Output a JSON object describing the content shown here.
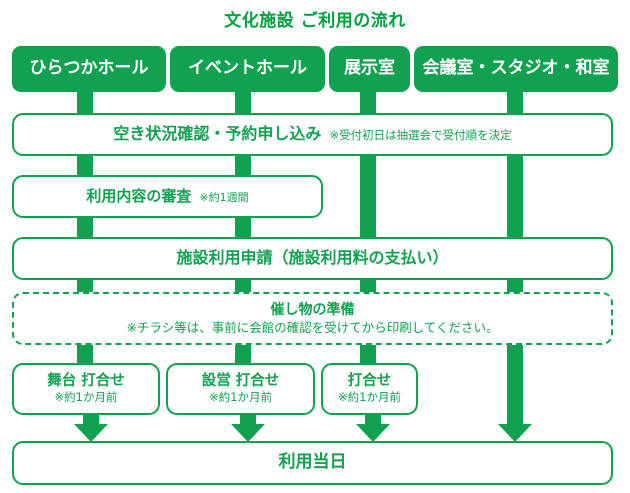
{
  "title": "文化施設 ご利用の流れ",
  "colors": {
    "brand_green": "#12a150",
    "title_green": "#00a040",
    "white": "#ffffff"
  },
  "facility_columns": [
    {
      "label": "ひらつかホール"
    },
    {
      "label": "イベントホール"
    },
    {
      "label": "展示室"
    },
    {
      "label": "会議室・スタジオ・和室"
    }
  ],
  "steps": {
    "availability": {
      "label": "空き状況確認・予約申し込み",
      "note": "※受付初日は抽選会で受付順を決定"
    },
    "review": {
      "label": "利用内容の審査",
      "note": "※約1週間"
    },
    "application": {
      "label": "施設利用申請（施設利用料の支払い）"
    },
    "preparation": {
      "label": "催し物の準備",
      "note": "※チラシ等は、事前に会館の確認を受けてから印刷してください。"
    },
    "meetings": [
      {
        "label": "舞台 打合せ",
        "note": "※約1か月前"
      },
      {
        "label": "設営 打合せ",
        "note": "※約1か月前"
      },
      {
        "label": "打合せ",
        "note": "※約1か月前"
      }
    ],
    "final": {
      "label": "利用当日"
    }
  }
}
